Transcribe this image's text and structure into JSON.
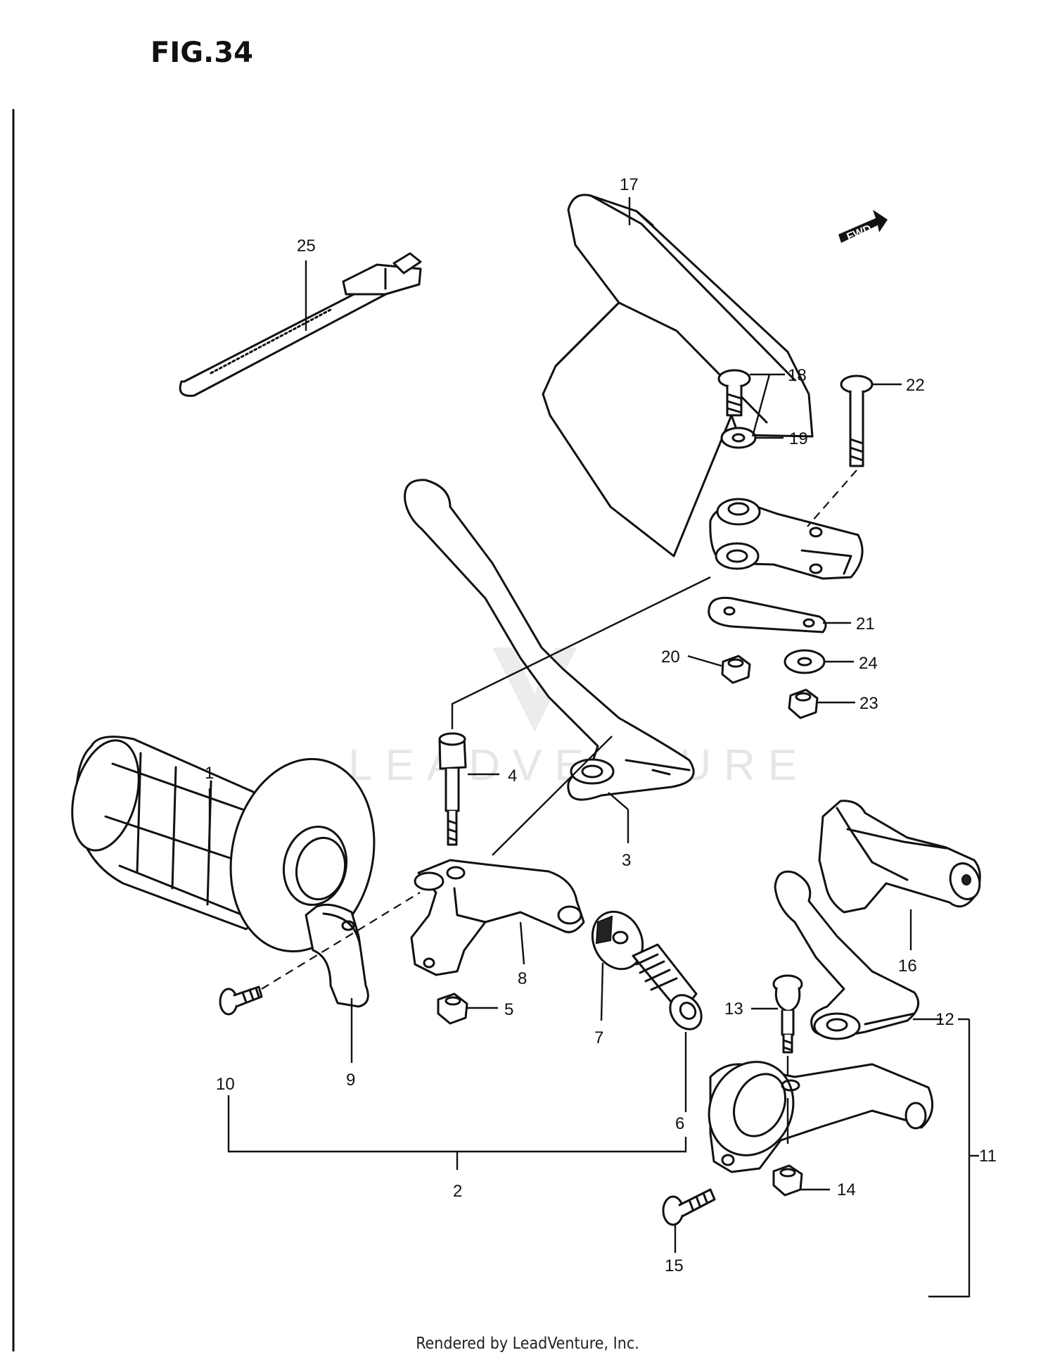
{
  "figure_title": "FIG.34",
  "watermark": "LEADVENTURE",
  "fwd_label": "FWD",
  "footer": "Rendered by LeadVenture, Inc.",
  "callouts": {
    "p1": "1",
    "p2": "2",
    "p3": "3",
    "p4": "4",
    "p5": "5",
    "p6": "6",
    "p7": "7",
    "p8": "8",
    "p9": "9",
    "p10": "10",
    "p11": "11",
    "p12": "12",
    "p13": "13",
    "p14": "14",
    "p15": "15",
    "p16": "16",
    "p17": "17",
    "p18": "18",
    "p19": "19",
    "p20": "20",
    "p21": "21",
    "p22": "22",
    "p23": "23",
    "p24": "24",
    "p25": "25"
  }
}
